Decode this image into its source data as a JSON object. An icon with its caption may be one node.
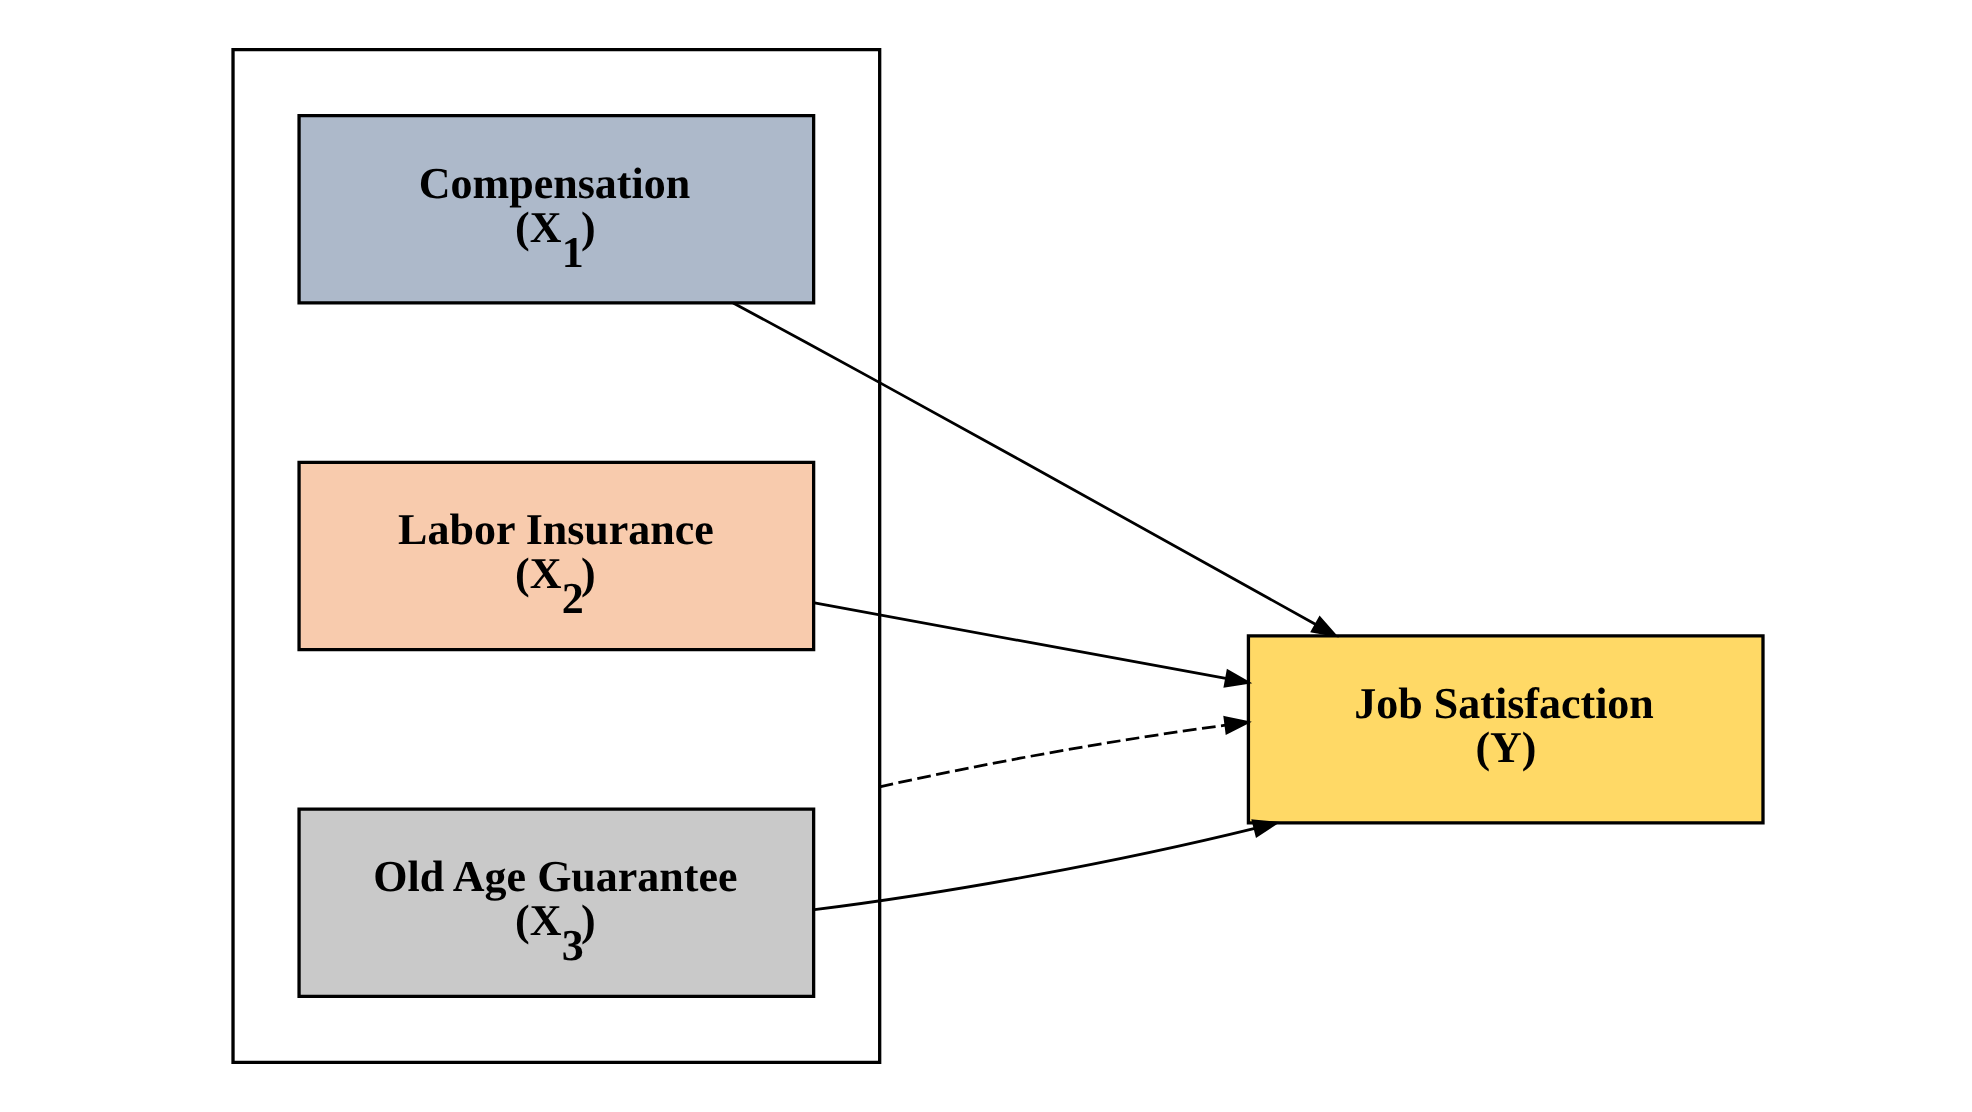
{
  "diagram": {
    "nodes": [
      {
        "text": [],
        "shape": "box"
      },
      {
        "text": [
          "Compensation",
          "(X$_{1}$)"
        ],
        "in": 0
      },
      {
        "text": [
          "Labor Insurance",
          "(X$_{2}$)"
        ],
        "in": 0
      },
      {
        "text": [
          "Old Age Guarantee",
          "(X$_{3}$)"
        ],
        "in": 0
      },
      {
        "text": [
          "Job Satisfaction",
          "(Y)"
        ]
      }
    ],
    "edges": [
      {
        "from": 1,
        "to": 4,
        "arrow": "to"
      },
      {
        "from": 2,
        "to": 4,
        "arrow": "to"
      },
      {
        "from": 3,
        "to": 4,
        "arrow": "to"
      },
      {
        "from": 0,
        "to": 4,
        "arrow": "to",
        "style": "dashed"
      }
    ]
  }
}
